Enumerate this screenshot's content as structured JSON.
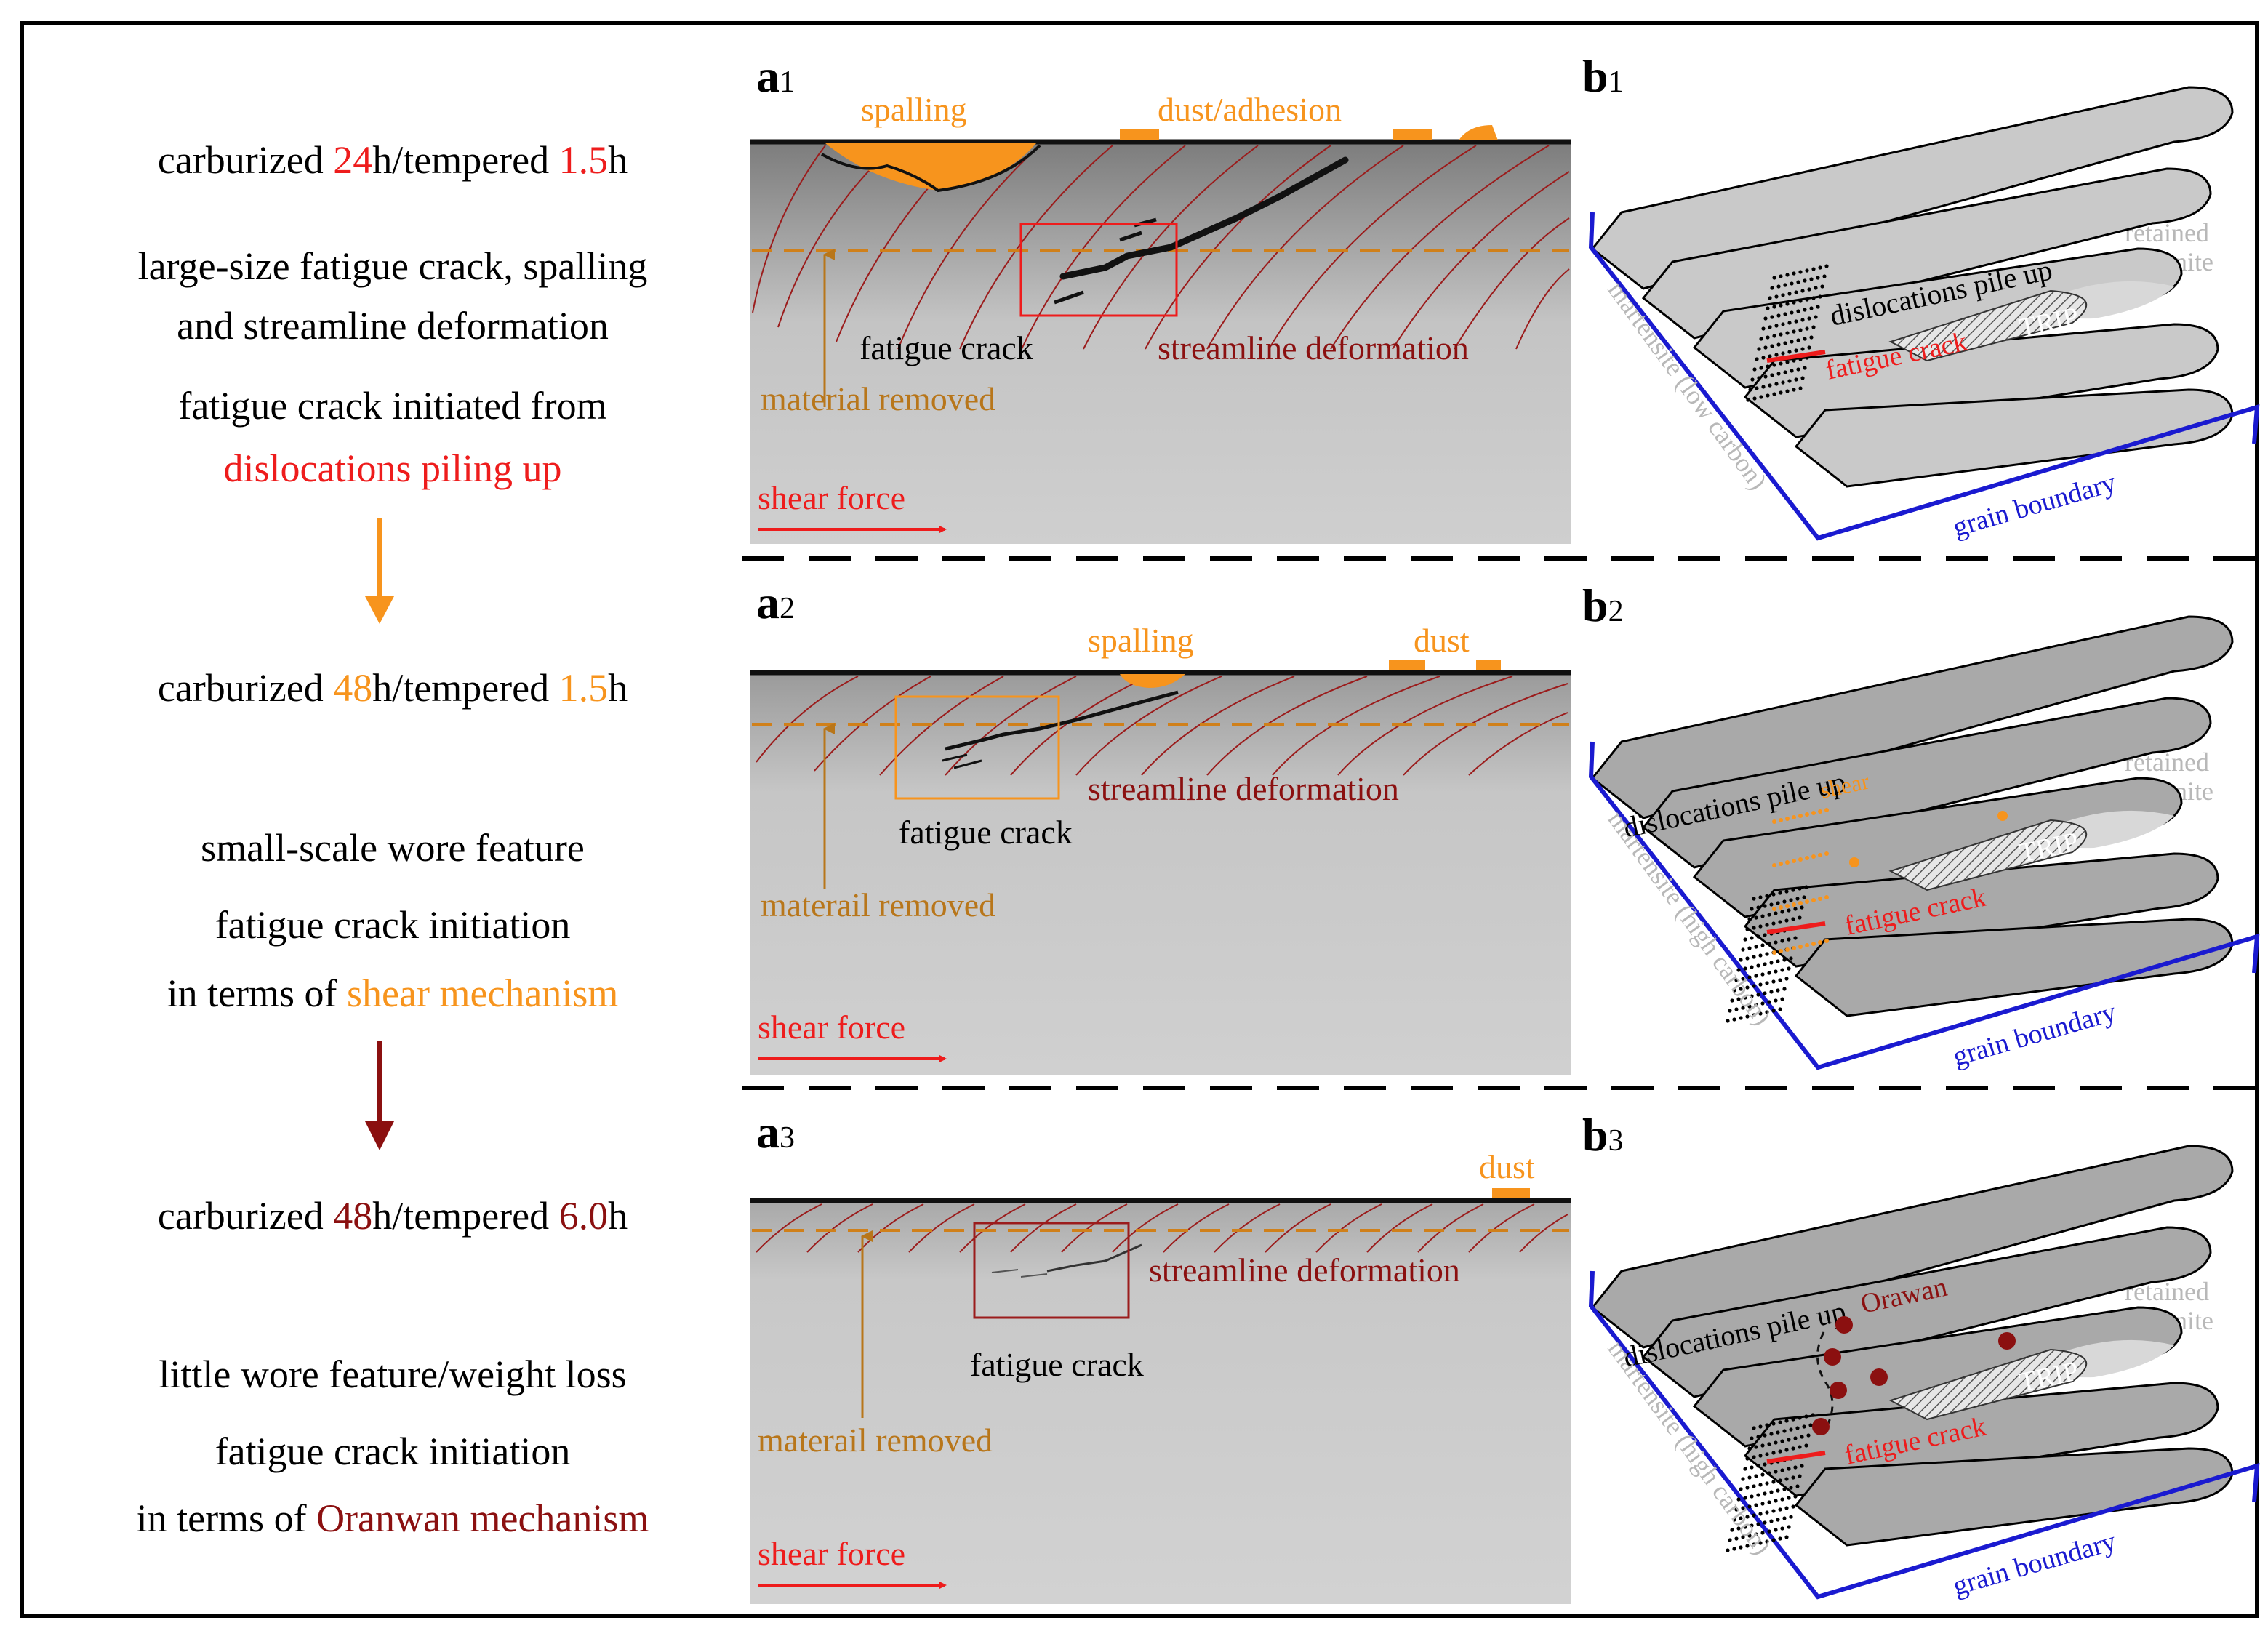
{
  "colors": {
    "red": "#ee1c1c",
    "orange": "#f7941d",
    "darkred": "#8b1010",
    "brown": "#b8761a",
    "blue": "#1a1ad0",
    "grey_label": "#b8b8b8",
    "black": "#000000"
  },
  "left": {
    "stage1": {
      "line1": {
        "a": "carburized ",
        "b": "24",
        "c": "h/tempered ",
        "d": "1.5",
        "e": "h"
      },
      "line2": "large-size fatigue crack, spalling",
      "line3": "and streamline deformation",
      "line4": "fatigue crack initiated from",
      "line5": "dislocations piling up"
    },
    "stage2": {
      "line1": {
        "a": "carburized ",
        "b": "48",
        "c": "h/tempered ",
        "d": "1.5",
        "e": "h"
      },
      "line2": "small-scale wore feature",
      "line3": "fatigue crack initiation",
      "line4a": "in terms of ",
      "line4b": "shear mechanism"
    },
    "stage3": {
      "line1": {
        "a": "carburized ",
        "b": "48",
        "c": "h/tempered ",
        "d": "6.0",
        "e": "h"
      },
      "line2": "little wore feature/weight loss",
      "line3": "fatigue crack initiation",
      "line4a": "in terms of ",
      "line4b": "Oranwan mechanism"
    }
  },
  "panel_a1": {
    "label_letter": "a",
    "label_num": "1",
    "spalling": "spalling",
    "dust": "dust/adhesion",
    "fatigue_crack": "fatigue crack",
    "streamline": "streamline deformation",
    "material_removed": "material removed",
    "shear_force": "shear force"
  },
  "panel_a2": {
    "label_letter": "a",
    "label_num": "2",
    "spalling": "spalling",
    "dust": "dust",
    "fatigue_crack": "fatigue crack",
    "streamline": "streamline deformation",
    "material_removed": "materail removed",
    "shear_force": "shear force"
  },
  "panel_a3": {
    "label_letter": "a",
    "label_num": "3",
    "dust": "dust",
    "fatigue_crack": "fatigue crack",
    "streamline": "streamline deformation",
    "material_removed": "materail removed",
    "shear_force": "shear force"
  },
  "panel_b1": {
    "label_letter": "b",
    "label_num": "1",
    "retained1": "retained",
    "retained2": "austenite",
    "dislocations": "dislocations pile up",
    "trip": "TRIP",
    "fatigue_crack": "fatigue crack",
    "martensite": "martensite (low carbon)",
    "grain_boundary": "grain boundary"
  },
  "panel_b2": {
    "label_letter": "b",
    "label_num": "2",
    "retained1": "retained",
    "retained2": "austenite",
    "dislocations": "dislocations pile up",
    "shear": "shear",
    "trip": "TRIP",
    "fatigue_crack": "fatigue crack",
    "martensite": "martensite (high carbon)",
    "grain_boundary": "grain boundary"
  },
  "panel_b3": {
    "label_letter": "b",
    "label_num": "3",
    "retained1": "retained",
    "retained2": "austenite",
    "dislocations": "dislocations pile up",
    "orawan": "Orawan",
    "trip": "TRIP",
    "fatigue_crack": "fatigue crack",
    "martensite": "martensite (high carbon)",
    "grain_boundary": "grain boundary"
  }
}
